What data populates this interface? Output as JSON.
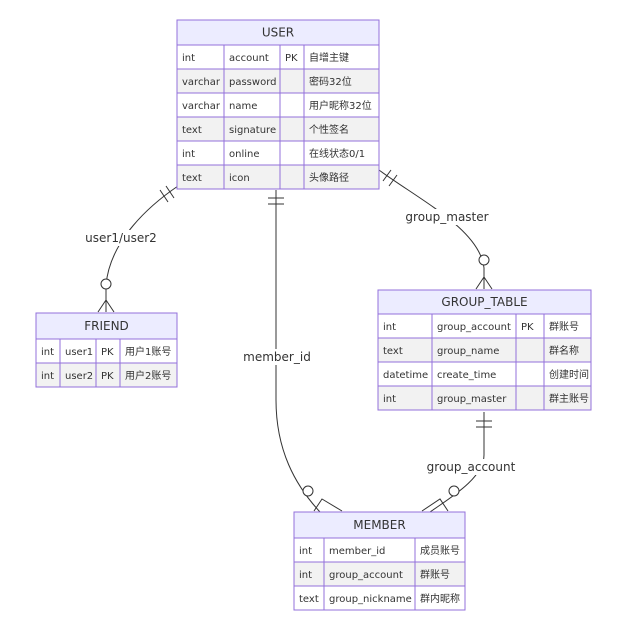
{
  "entities": {
    "user": {
      "title": "USER",
      "rows": [
        [
          "int",
          "account",
          "PK",
          "自增主键"
        ],
        [
          "varchar",
          "password",
          "",
          "密码32位"
        ],
        [
          "varchar",
          "name",
          "",
          "用户昵称32位"
        ],
        [
          "text",
          "signature",
          "",
          "个性签名"
        ],
        [
          "int",
          "online",
          "",
          "在线状态0/1"
        ],
        [
          "text",
          "icon",
          "",
          "头像路径"
        ]
      ]
    },
    "friend": {
      "title": "FRIEND",
      "rows": [
        [
          "int",
          "user1",
          "PK",
          "用户1账号"
        ],
        [
          "int",
          "user2",
          "PK",
          "用户2账号"
        ]
      ]
    },
    "group_table": {
      "title": "GROUP_TABLE",
      "rows": [
        [
          "int",
          "group_account",
          "PK",
          "群账号"
        ],
        [
          "text",
          "group_name",
          "",
          "群名称"
        ],
        [
          "datetime",
          "create_time",
          "",
          "创建时间"
        ],
        [
          "int",
          "group_master",
          "",
          "群主账号"
        ]
      ]
    },
    "member": {
      "title": "MEMBER",
      "rows": [
        [
          "int",
          "member_id",
          "成员账号"
        ],
        [
          "int",
          "group_account",
          "群账号"
        ],
        [
          "text",
          "group_nickname",
          "群内昵称"
        ]
      ]
    }
  },
  "relationships": {
    "user_friend": "user1/user2",
    "user_group": "group_master",
    "user_member": "member_id",
    "group_member": "group_account"
  },
  "colors": {
    "border": "#9370db",
    "header_fill": "#ececff",
    "row_fill": "#ffffff",
    "row_alt_fill": "#f2f2f2",
    "line": "#333333",
    "text": "#333333"
  }
}
